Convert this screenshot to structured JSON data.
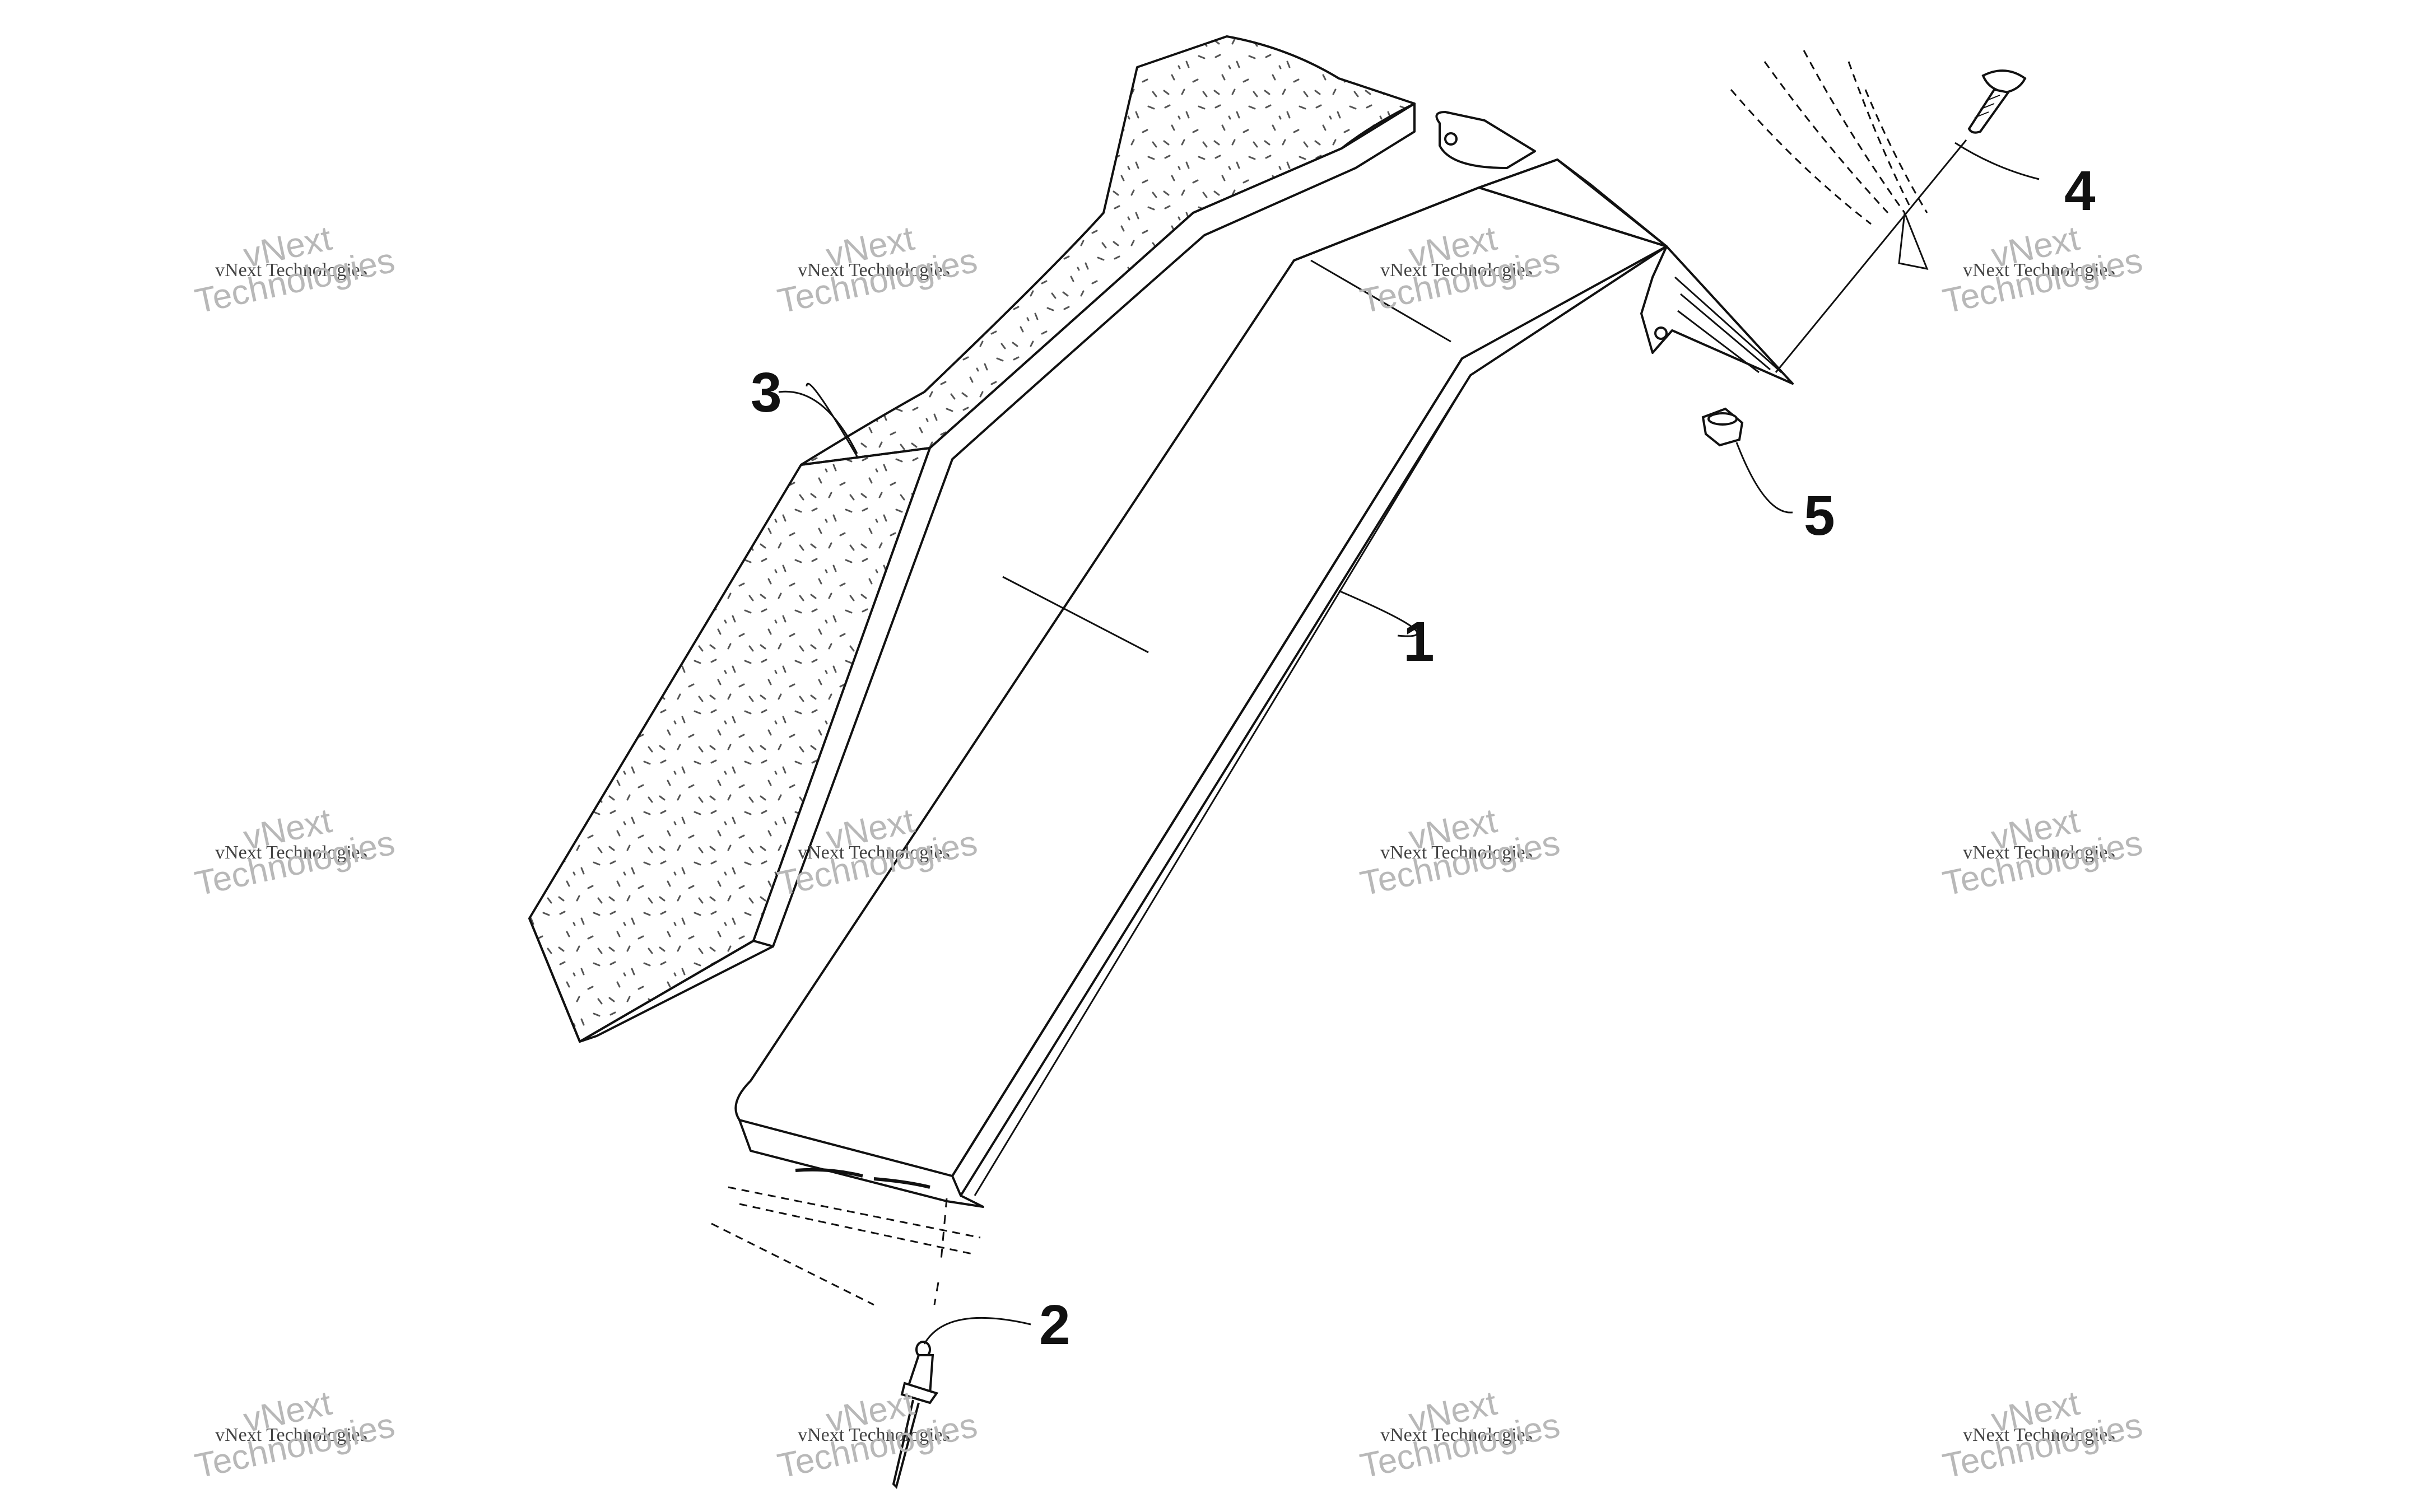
{
  "callouts": {
    "c1": "1",
    "c2": "2",
    "c3": "3",
    "c4": "4",
    "c5": "5"
  },
  "watermark": {
    "line_small": "vNext Technologies",
    "line_big": "vNext Technologies"
  },
  "colors": {
    "line": "#111111",
    "foam_speckle": "#555555",
    "watermark": "#9a9a9a"
  }
}
